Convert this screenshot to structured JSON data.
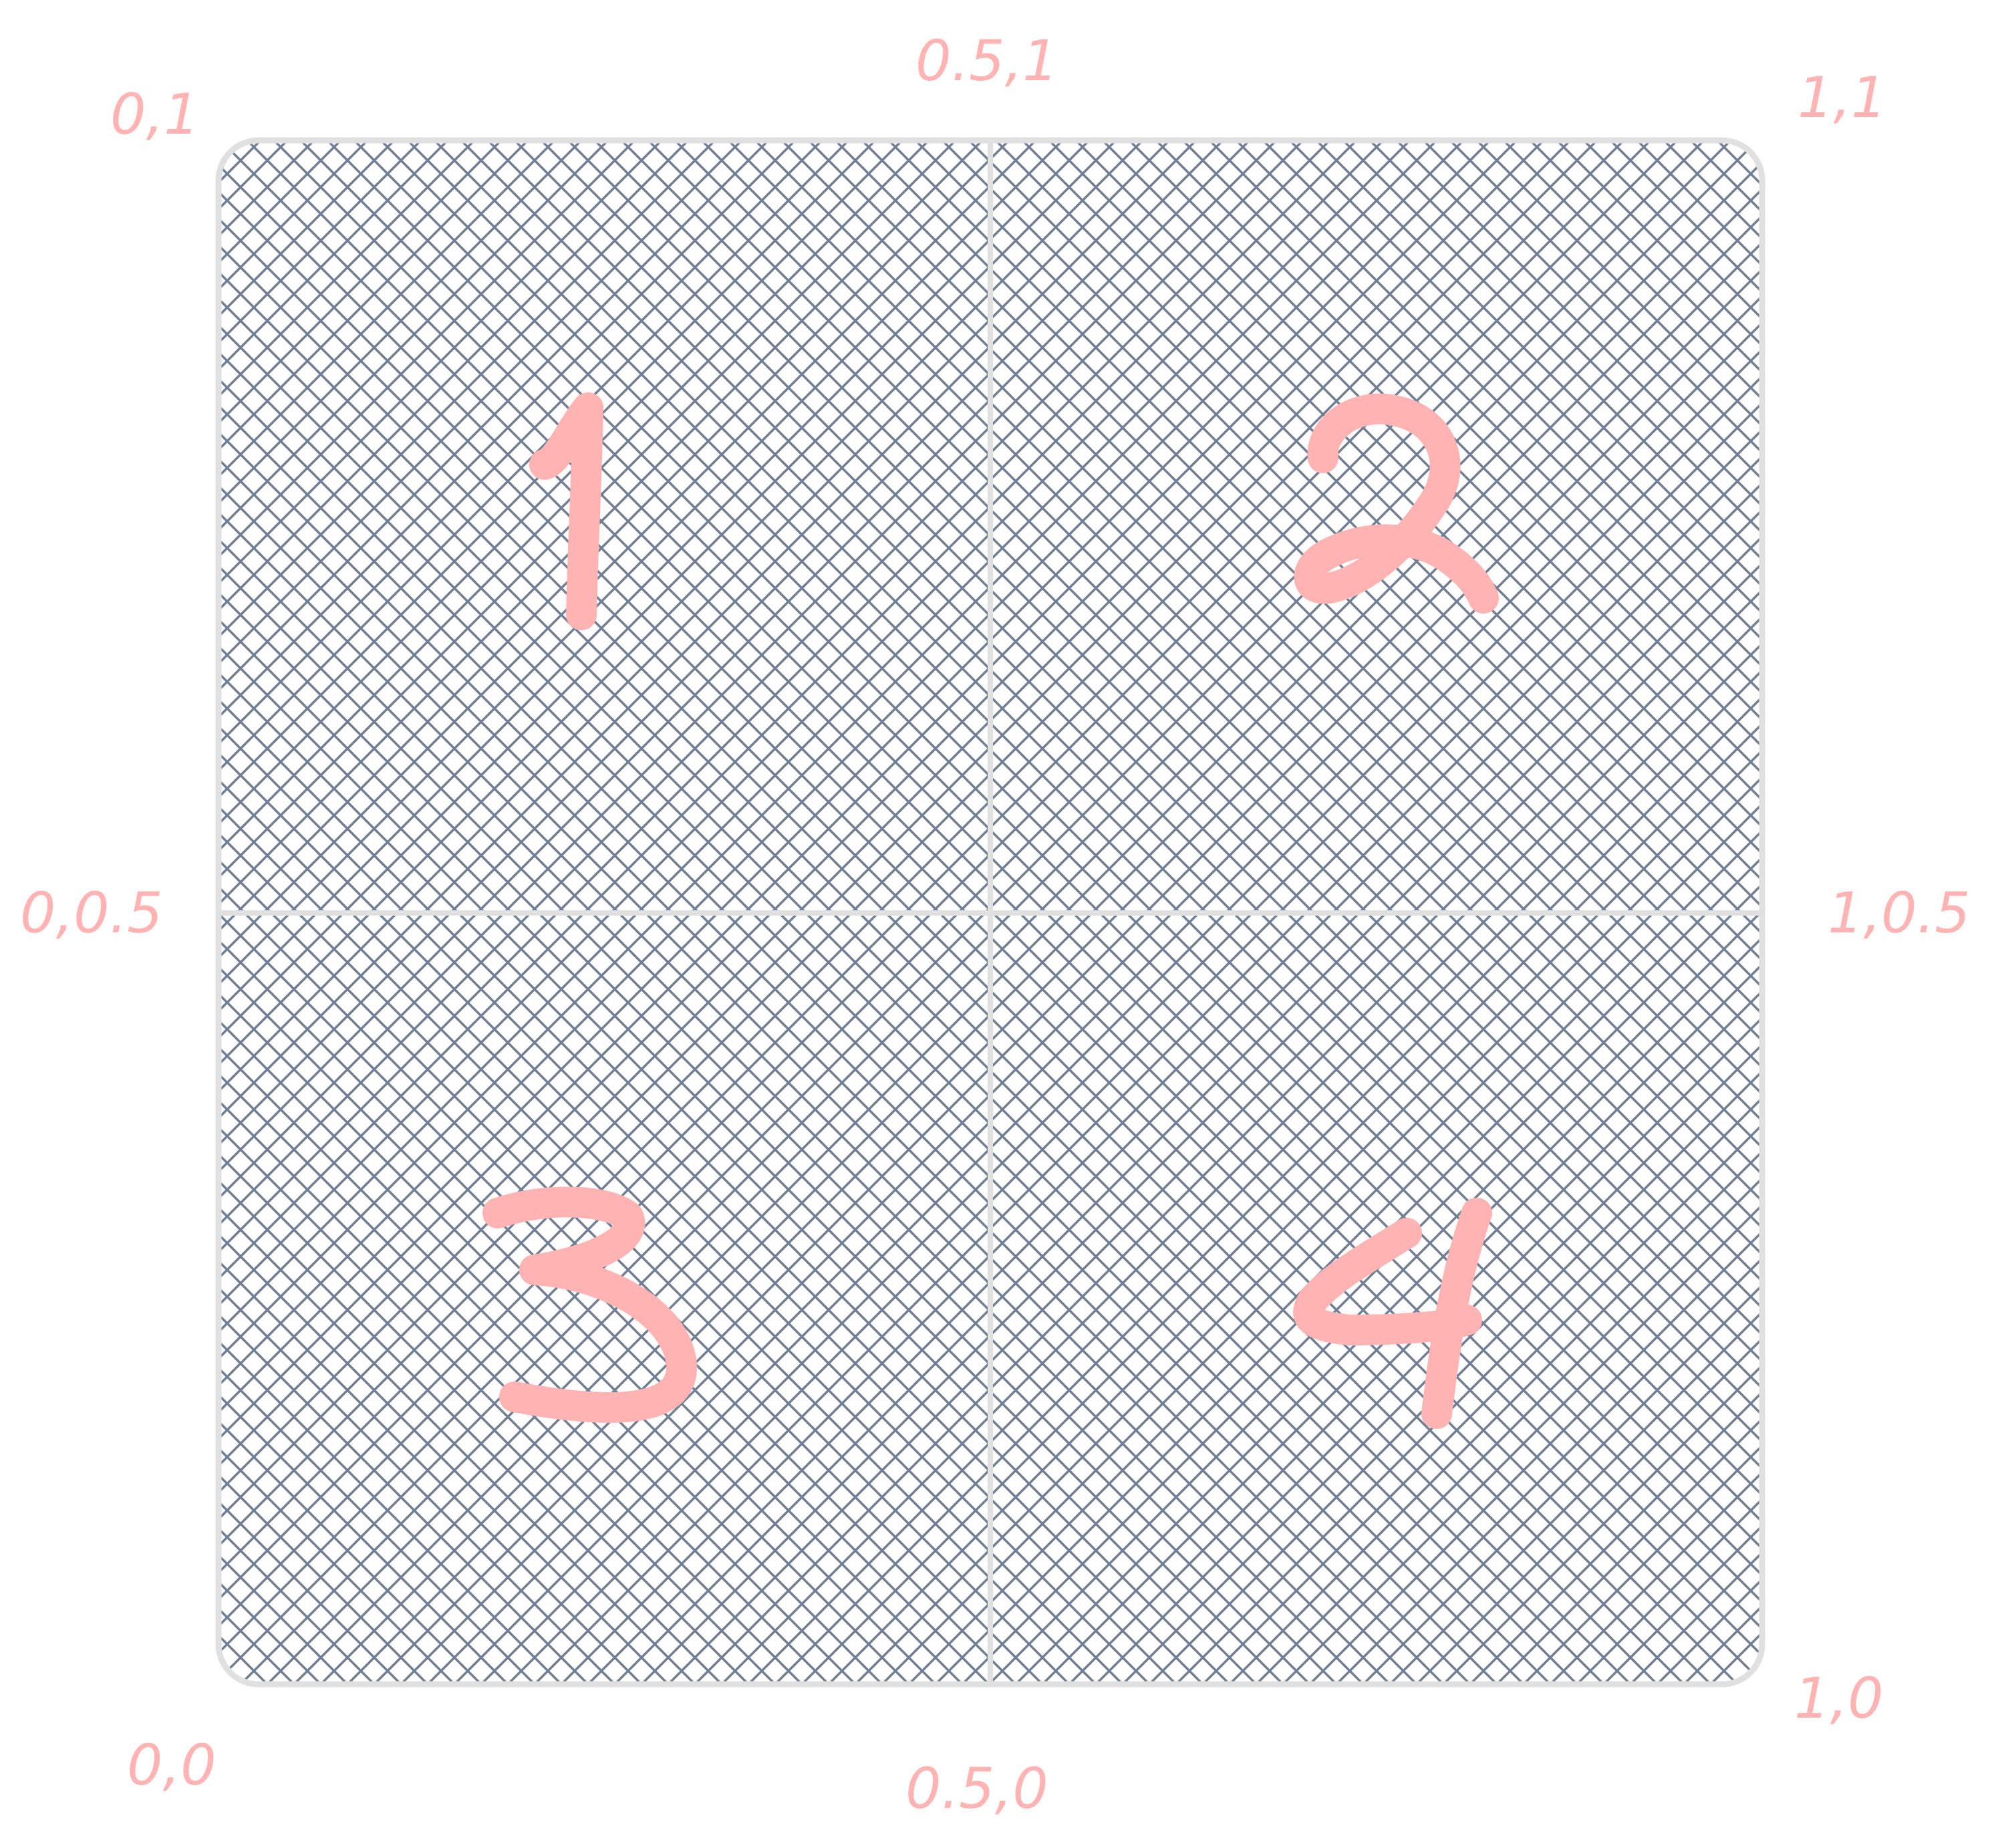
{
  "diagram": {
    "colors": {
      "hatch": "#6e7f95",
      "border": "#e0e0e0",
      "label": "#ffb3b3"
    },
    "corner_labels": {
      "top_left": "0,1",
      "top_center": "0.5,1",
      "top_right": "1,1",
      "middle_left": "0,0.5",
      "middle_right": "1,0.5",
      "bottom_left": "0,0",
      "bottom_center": "0.5,0",
      "bottom_right": "1,0"
    },
    "quadrants": [
      "1",
      "2",
      "3",
      "4"
    ]
  }
}
